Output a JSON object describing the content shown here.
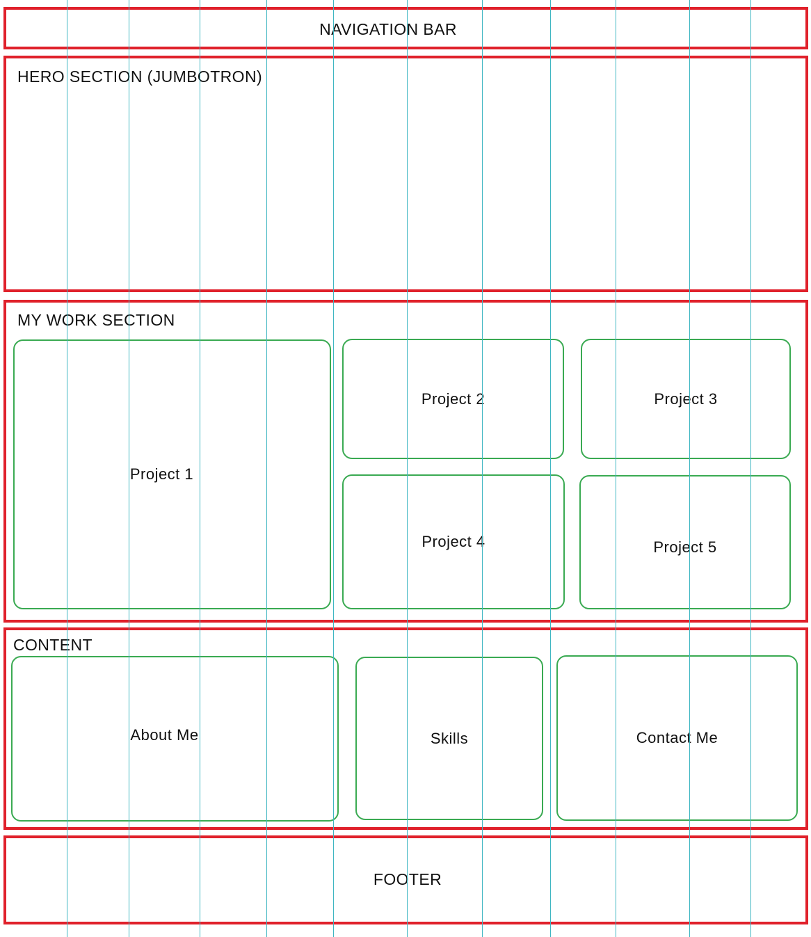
{
  "navigation": {
    "label": "NAVIGATION BAR"
  },
  "hero": {
    "title": "HERO SECTION (JUMBOTRON)"
  },
  "work": {
    "title": "MY WORK SECTION",
    "projects": [
      "Project 1",
      "Project 2",
      "Project 3",
      "Project 4",
      "Project 5"
    ]
  },
  "content": {
    "title": "CONTENT",
    "cards": [
      "About Me",
      "Skills",
      "Contact Me"
    ]
  },
  "footer": {
    "label": "FOOTER"
  },
  "colors": {
    "section_border": "#e0212b",
    "card_border": "#3aaa52",
    "grid_line": "#3fb6c2"
  }
}
